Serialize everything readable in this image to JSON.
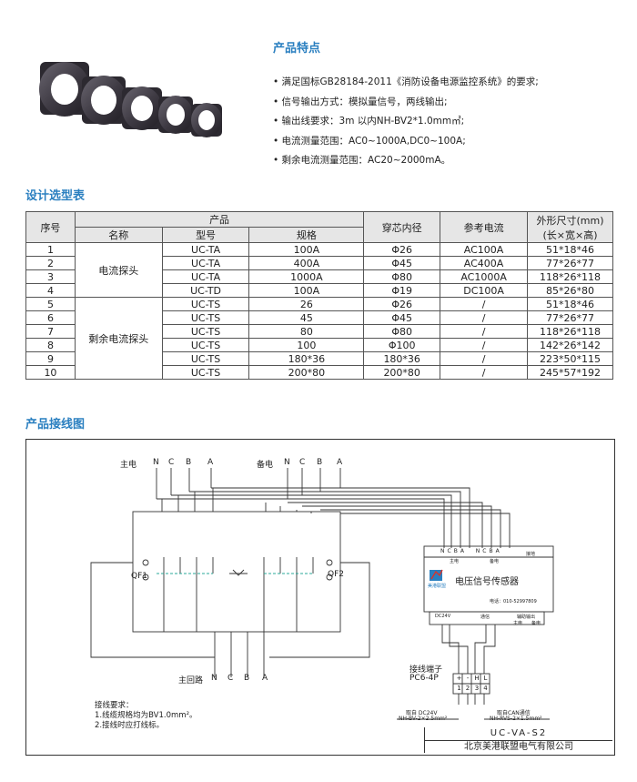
{
  "features": {
    "title": "产品特点",
    "items": [
      "满足国标GB28184-2011《消防设备电源监控系统》的要求;",
      "信号输出方式：模拟量信号，两线输出;",
      "输出线要求：3m 以内NH-BV2*1.0mm㎡;",
      "电流测量范围：AC0~1000A,DC0~100A;",
      "剩余电流测量范围：AC20~2000mA。"
    ]
  },
  "selection": {
    "title": "设计选型表",
    "headers": {
      "index": "序号",
      "product": "产品",
      "name": "名称",
      "model": "型号",
      "spec": "规格",
      "core": "穿芯内径",
      "ref": "参考电流",
      "size": "外形尺寸(mm)",
      "size_sub": "(长×宽×高)"
    },
    "group_names": [
      "电流探头",
      "剩余电流探头"
    ],
    "rows": [
      {
        "no": "1",
        "model": "UC-TA",
        "spec": "100A",
        "core": "Φ26",
        "ref": "AC100A",
        "size": "51*18*46"
      },
      {
        "no": "2",
        "model": "UC-TA",
        "spec": "400A",
        "core": "Φ45",
        "ref": "AC400A",
        "size": "77*26*77"
      },
      {
        "no": "3",
        "model": "UC-TA",
        "spec": "1000A",
        "core": "Φ80",
        "ref": "AC1000A",
        "size": "118*26*118"
      },
      {
        "no": "4",
        "model": "UC-TD",
        "spec": "100A",
        "core": "Φ19",
        "ref": "DC100A",
        "size": "85*26*80"
      },
      {
        "no": "5",
        "model": "UC-TS",
        "spec": "26",
        "core": "Φ26",
        "ref": "/",
        "size": "51*18*46"
      },
      {
        "no": "6",
        "model": "UC-TS",
        "spec": "45",
        "core": "Φ45",
        "ref": "/",
        "size": "77*26*77"
      },
      {
        "no": "7",
        "model": "UC-TS",
        "spec": "80",
        "core": "Φ80",
        "ref": "/",
        "size": "118*26*118"
      },
      {
        "no": "8",
        "model": "UC-TS",
        "spec": "100",
        "core": "Φ100",
        "ref": "/",
        "size": "142*26*142"
      },
      {
        "no": "9",
        "model": "UC-TS",
        "spec": "180*36",
        "core": "180*36",
        "ref": "/",
        "size": "223*50*115"
      },
      {
        "no": "10",
        "model": "UC-TS",
        "spec": "200*80",
        "core": "200*80",
        "ref": "/",
        "size": "245*57*192"
      }
    ]
  },
  "wiring": {
    "title": "产品接线图",
    "main_power": "主电",
    "backup_power": "备电",
    "main_circuit": "主回路",
    "phases": [
      "N",
      "C",
      "B",
      "A"
    ],
    "qf1": "QF1",
    "qf2": "QF2",
    "sensor_name": "电压信号传感器",
    "sensor_phone": "电话：010-52997809",
    "sensor_brand": "美港联盟",
    "sensor_top_left": "主电",
    "sensor_top_right": "备电",
    "sensor_top_extra": "接地",
    "sensor_dc": "DC24V",
    "sensor_comm": "通信",
    "sensor_aux": "辅助输出",
    "sensor_aux_main": "主电",
    "sensor_aux_backup": "备电",
    "terminal_label": "接线端子",
    "terminal_model": "PC6-4P",
    "terminal_top": [
      "+",
      "-",
      "H",
      "L"
    ],
    "terminal_nums": [
      "1",
      "2",
      "3",
      "4"
    ],
    "dc_label": "取自 DC24V",
    "dc_wire": "NH-BV-2×2.5mm²",
    "can_label": "取自CAN通信",
    "can_wire": "NH-RVS-2×1.5mm²",
    "notes_title": "接线要求：",
    "notes": [
      "1.线缆规格均为BV1.0mm²。",
      "2.接线时应打线标。"
    ],
    "model": "UC-VA-S2",
    "company": "北京美港联盟电气有限公司"
  },
  "colors": {
    "accent": "#2a7fc0",
    "header_bg": "#e6e6e6",
    "line": "#333333",
    "switch_link": "#2aa89a",
    "sensor_logo": "#d9342b"
  }
}
